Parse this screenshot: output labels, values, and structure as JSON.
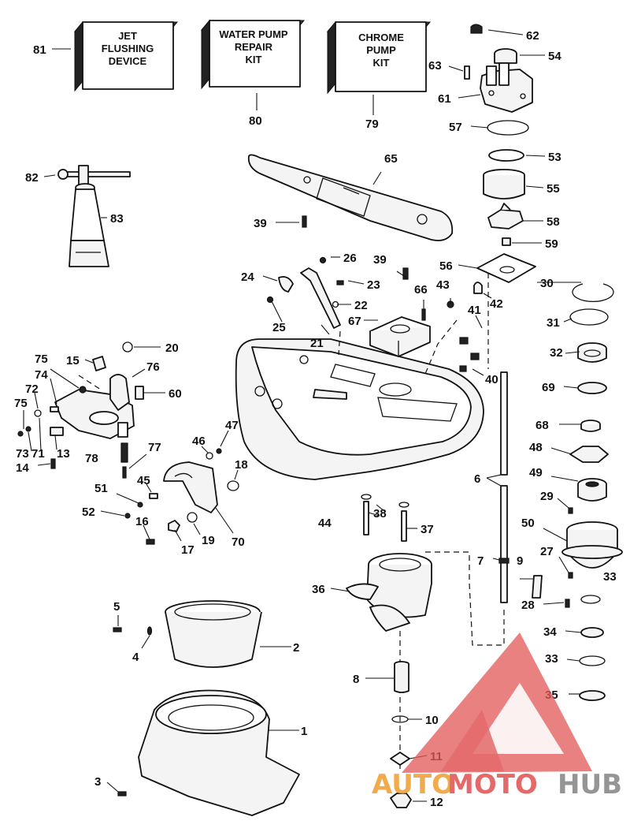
{
  "kits": [
    {
      "line1": "JET",
      "line2": "FLUSHING",
      "line3": "DEVICE",
      "number": "81"
    },
    {
      "line1": "WATER PUMP",
      "line2": "REPAIR",
      "line3": "KIT",
      "number": "80"
    },
    {
      "line1": "CHROME",
      "line2": "PUMP",
      "line3": "KIT",
      "number": "79"
    }
  ],
  "callouts": {
    "n1": "1",
    "n2": "2",
    "n3": "3",
    "n4": "4",
    "n5": "5",
    "n6": "6",
    "n7": "7",
    "n8": "8",
    "n9": "9",
    "n10": "10",
    "n11": "11",
    "n12": "12",
    "n13": "13",
    "n14": "14",
    "n15": "15",
    "n16": "16",
    "n17": "17",
    "n18": "18",
    "n19": "19",
    "n20": "20",
    "n21": "21",
    "n22": "22",
    "n23": "23",
    "n24": "24",
    "n25": "25",
    "n26": "26",
    "n27": "27",
    "n28": "28",
    "n29": "29",
    "n30": "30",
    "n31": "31",
    "n32": "32",
    "n33": "33",
    "n34": "34",
    "n35": "35",
    "n36": "36",
    "n37": "37",
    "n38": "38",
    "n39": "39",
    "n40": "40",
    "n41": "41",
    "n42": "42",
    "n43": "43",
    "n44": "44",
    "n45": "45",
    "n46": "46",
    "n47": "47",
    "n48": "48",
    "n49": "49",
    "n50": "50",
    "n51": "51",
    "n52": "52",
    "n53": "53",
    "n54": "54",
    "n55": "55",
    "n56": "56",
    "n57": "57",
    "n58": "58",
    "n59": "59",
    "n60": "60",
    "n61": "61",
    "n62": "62",
    "n63": "63",
    "n65": "65",
    "n66": "66",
    "n67": "67",
    "n68": "68",
    "n69": "69",
    "n70": "70",
    "n71": "71",
    "n72": "72",
    "n73": "73",
    "n74": "74",
    "n75": "75",
    "n76": "76",
    "n77": "77",
    "n78": "78",
    "n82": "82",
    "n83": "83"
  },
  "watermark": {
    "part1": "AUTO",
    "part2": "MOTO",
    "part3": "HUB",
    "color1": "#f0a23a",
    "color2": "#e25a5a",
    "color3": "#8a8a8a"
  }
}
